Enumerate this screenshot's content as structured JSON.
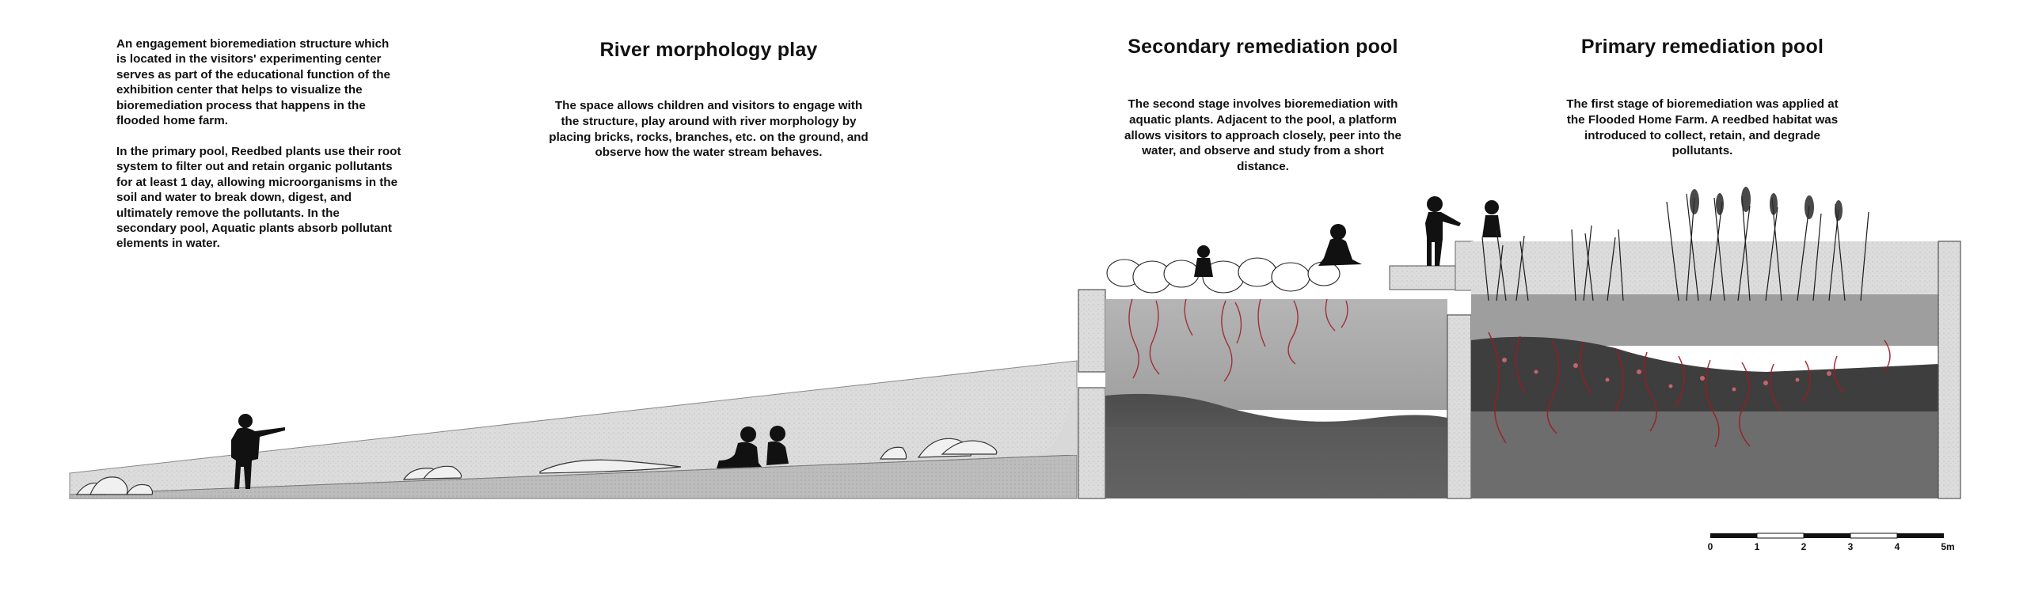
{
  "intro": {
    "paragraph_1": "An engagement bioremediation structure which is located in the visitors' experimenting center serves as part of the educational function of the exhibition center that helps to visualize the bioremediation process that happens in the flooded home farm.",
    "paragraph_2": "In the primary pool, Reedbed plants use their root system to filter out and retain organic pollutants for at least 1 day, allowing microorganisms in the soil and water to break down, digest, and ultimately remove the pollutants. In the secondary pool, Aquatic plants absorb pollutant elements in water."
  },
  "sections": [
    {
      "title": "River morphology play",
      "description": "The space allows children and visitors to engage with the structure, play around with river morphology by placing bricks, rocks, branches, etc. on the ground, and observe how the water stream behaves."
    },
    {
      "title": "Secondary remediation pool",
      "description": "The second stage involves bioremediation with aquatic plants. Adjacent to the pool, a platform allows visitors to approach closely, peer into the water, and observe and study from a short distance."
    },
    {
      "title": "Primary remediation pool",
      "description": "The first stage of bioremediation was applied at the Flooded Home Farm. A reedbed habitat was introduced to collect, retain, and degrade pollutants."
    }
  ],
  "scale_bar": {
    "labels": [
      "0",
      "1",
      "2",
      "3",
      "4",
      "5m"
    ]
  },
  "colors": {
    "concrete_light": "#e6e6e6",
    "concrete_mid": "#bdbdbd",
    "water": "#a9a9a9",
    "soil_dark": "#5e5e5e",
    "root_red": "#9b1b25",
    "silhouette": "#111111"
  }
}
